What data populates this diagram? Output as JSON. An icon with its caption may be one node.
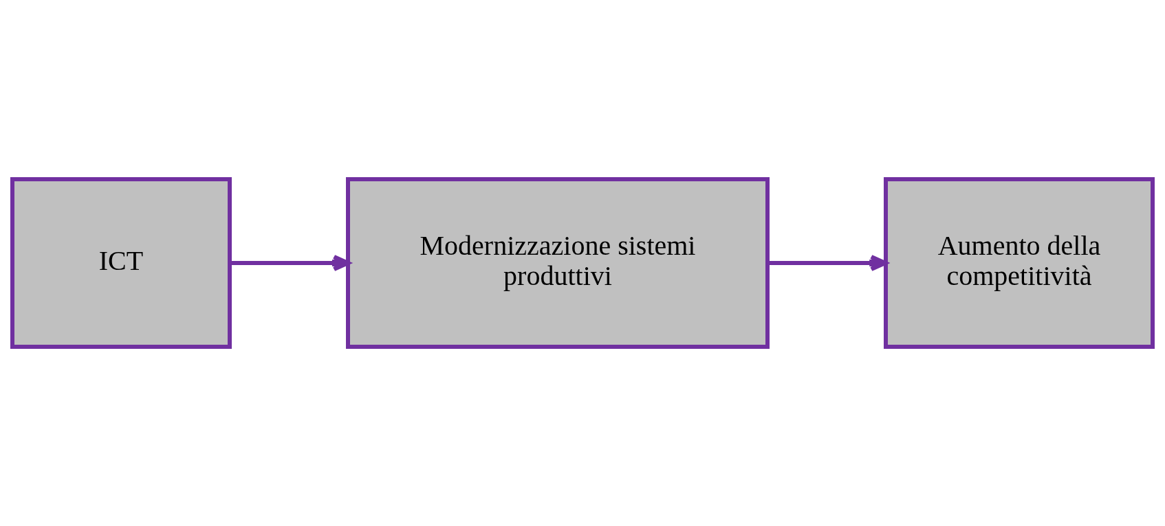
{
  "diagram": {
    "nodes": [
      {
        "text": [
          "ICT"
        ]
      },
      {
        "text": [
          "Modernizzazione sistemi produttivi"
        ]
      },
      {
        "text": [
          "Aumento della competitività"
        ]
      }
    ],
    "edges": [
      {
        "from": 0,
        "to": 1,
        "arrow": "to"
      },
      {
        "from": 1,
        "to": 2,
        "arrow": "to"
      }
    ]
  }
}
